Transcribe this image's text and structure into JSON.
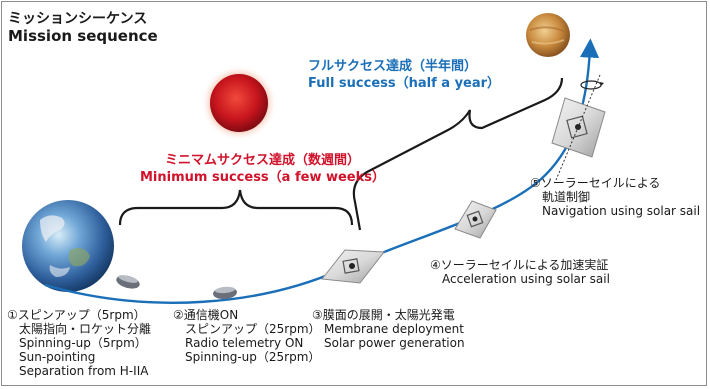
{
  "title": {
    "jp": "ミッションシーケンス",
    "en": "Mission sequence"
  },
  "full_success": {
    "jp": "フルサクセス達成（半年間）",
    "en": "Full success（half a year）",
    "color": "#1a6fb8"
  },
  "minimum_success": {
    "jp": "ミニマムサクセス達成（数週間）",
    "en": "Minimum success（a few weeks）",
    "color": "#d0122a"
  },
  "stages": [
    {
      "lines": [
        "①スピンアップ（5rpm）",
        "　太陽指向・ロケット分離",
        "　Spinning-up（5rpm）",
        "　Sun-pointing",
        "　Separation from H-IIA"
      ]
    },
    {
      "lines": [
        "②通信機ON",
        "　スピンアップ（25rpm）",
        "　Radio telemetry ON",
        "　Spinning-up（25rpm）"
      ]
    },
    {
      "lines": [
        "③膜面の展開・太陽光発電",
        "　Membrane deployment",
        "　Solar power generation"
      ]
    },
    {
      "lines": [
        "④ソーラーセイルによる加速実証",
        "　Acceleration using solar sail"
      ]
    },
    {
      "lines": [
        "⑤ソーラーセイルによる",
        "　軌道制御",
        "　Navigation using solar sail"
      ]
    }
  ],
  "colors": {
    "trajectory": "#1a6fb8",
    "earth": "#3f78b8",
    "sun": "#c8151e",
    "venus": "#c98a3e"
  },
  "icons": [
    "earth-icon",
    "sun-icon",
    "venus-icon",
    "spacecraft-icon",
    "solar-sail-icon",
    "rotation-arrow-icon"
  ]
}
